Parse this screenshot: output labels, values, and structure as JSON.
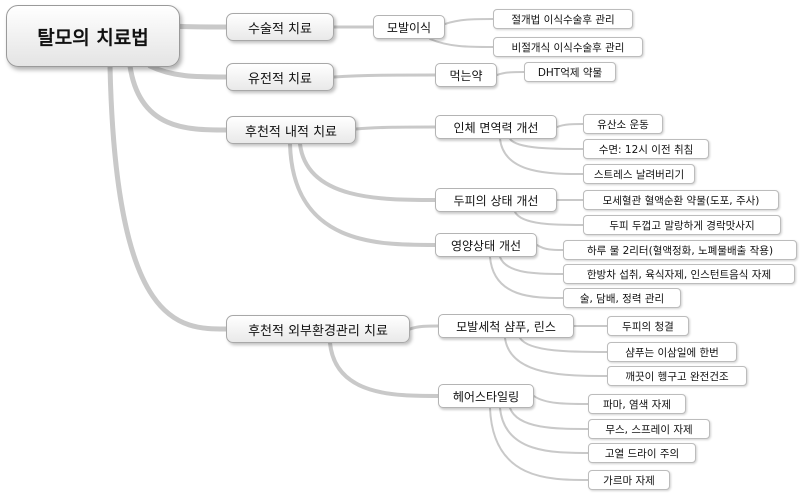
{
  "root": {
    "label": "탈모의 치료법"
  },
  "branches": [
    {
      "label": "수술적 치료",
      "children": [
        {
          "label": "모발이식",
          "leaves": [
            "절개법 이식수술후 관리",
            "비절개식 이식수술후 관리"
          ]
        }
      ]
    },
    {
      "label": "유전적 치료",
      "children": [
        {
          "label": "먹는약",
          "leaves": [
            "DHT억제 약물"
          ]
        }
      ]
    },
    {
      "label": "후천적 내적 치료",
      "children": [
        {
          "label": "인체 면역력 개선",
          "leaves": [
            "유산소 운동",
            "수면: 12시 이전 취침",
            "스트레스 날려버리기"
          ]
        },
        {
          "label": "두피의 상태 개선",
          "leaves": [
            "모세혈관 혈액순환 약물(도포, 주사)",
            "두피 두껍고 말랑하게 경락맛사지"
          ]
        },
        {
          "label": "영양상태 개선",
          "leaves": [
            "하루 물 2리터(혈액정화, 노폐물배출 작용)",
            "한방차 섭취, 육식자제, 인스턴트음식 자제",
            "술, 담배, 정력 관리"
          ]
        }
      ]
    },
    {
      "label": "후천적 외부환경관리 치료",
      "children": [
        {
          "label": "모발세척 샴푸, 린스",
          "leaves": [
            "두피의 청결",
            "샴푸는 이삼일에 한번",
            "깨끗이 헹구고 완전건조"
          ]
        },
        {
          "label": "헤어스타일링",
          "leaves": [
            "파마, 염색 자제",
            "무스, 스프레이 자제",
            "고열 드라이 주의",
            "가르마 자제"
          ]
        }
      ]
    }
  ]
}
